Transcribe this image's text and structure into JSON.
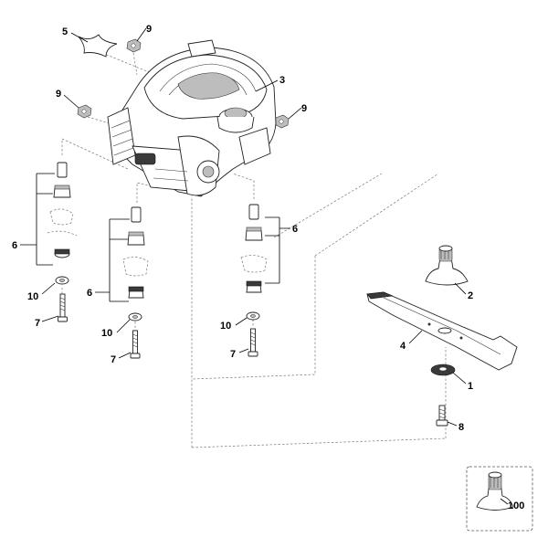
{
  "callouts": {
    "c1": "1",
    "c2": "2",
    "c3": "3",
    "c4": "4",
    "c5": "5",
    "c6a": "6",
    "c6b": "6",
    "c6c": "6",
    "c7a": "7",
    "c7b": "7",
    "c7c": "7",
    "c8": "8",
    "c9a": "9",
    "c9b": "9",
    "c9c": "9",
    "c10a": "10",
    "c10b": "10",
    "c10c": "10",
    "c100": "100"
  }
}
